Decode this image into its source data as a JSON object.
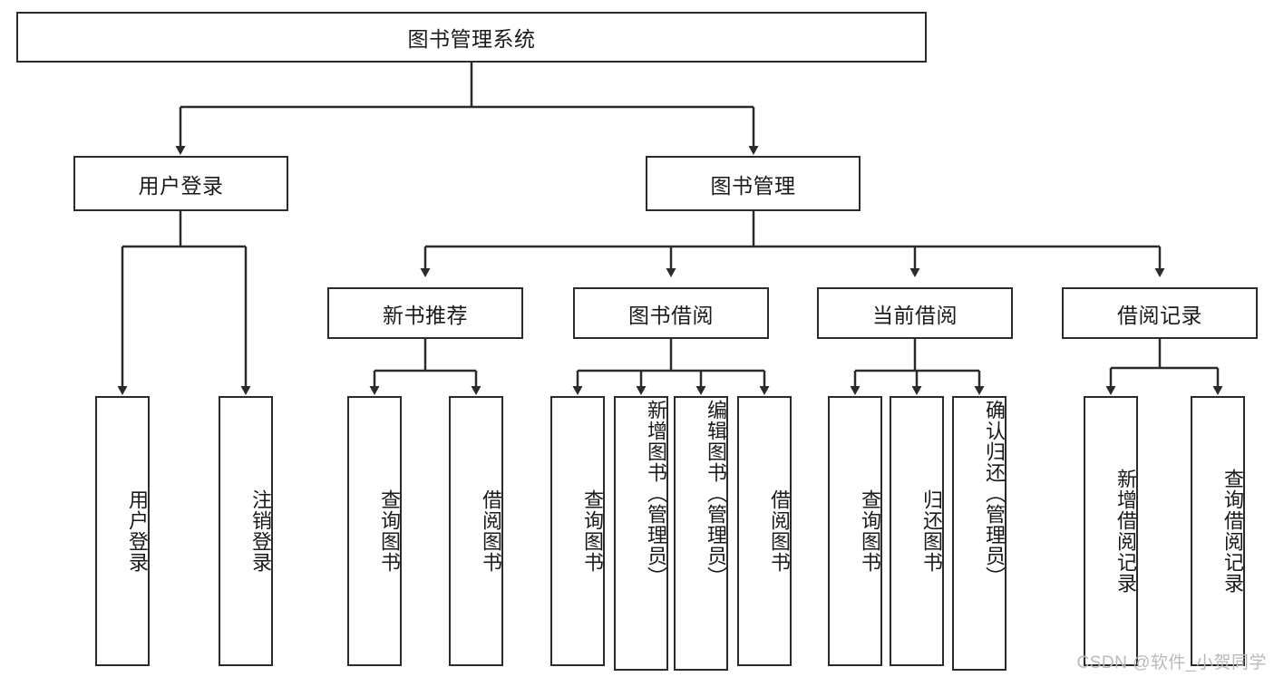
{
  "diagram": {
    "title": "图书管理系统",
    "type": "tree-hierarchy-chart",
    "watermark": "CSDN @软件_小贺同学",
    "colors": {
      "box_border": "#2b2b2b",
      "box_fill": "#ffffff",
      "edge": "#2b2b2b",
      "text": "#1a1a1a",
      "watermark": "#b9b9b9"
    },
    "root": {
      "label": "图书管理系统"
    },
    "level2": [
      {
        "label": "用户登录"
      },
      {
        "label": "图书管理"
      }
    ],
    "level3": [
      {
        "label": "新书推荐"
      },
      {
        "label": "图书借阅"
      },
      {
        "label": "当前借阅"
      },
      {
        "label": "借阅记录"
      }
    ],
    "leaves": {
      "user_login": [
        {
          "label": "用户登录"
        },
        {
          "label": "注销登录"
        }
      ],
      "new_book_recommend": [
        {
          "label": "查询图书"
        },
        {
          "label": "借阅图书"
        }
      ],
      "book_borrow": [
        {
          "label": "查询图书"
        },
        {
          "label": "新增图书（管理员）"
        },
        {
          "label": "编辑图书（管理员）"
        },
        {
          "label": "借阅图书"
        }
      ],
      "current_borrow": [
        {
          "label": "查询图书"
        },
        {
          "label": "归还图书"
        },
        {
          "label": "确认归还（管理员）"
        }
      ],
      "borrow_records": [
        {
          "label": "新增借阅记录"
        },
        {
          "label": "查询借阅记录"
        }
      ]
    }
  }
}
